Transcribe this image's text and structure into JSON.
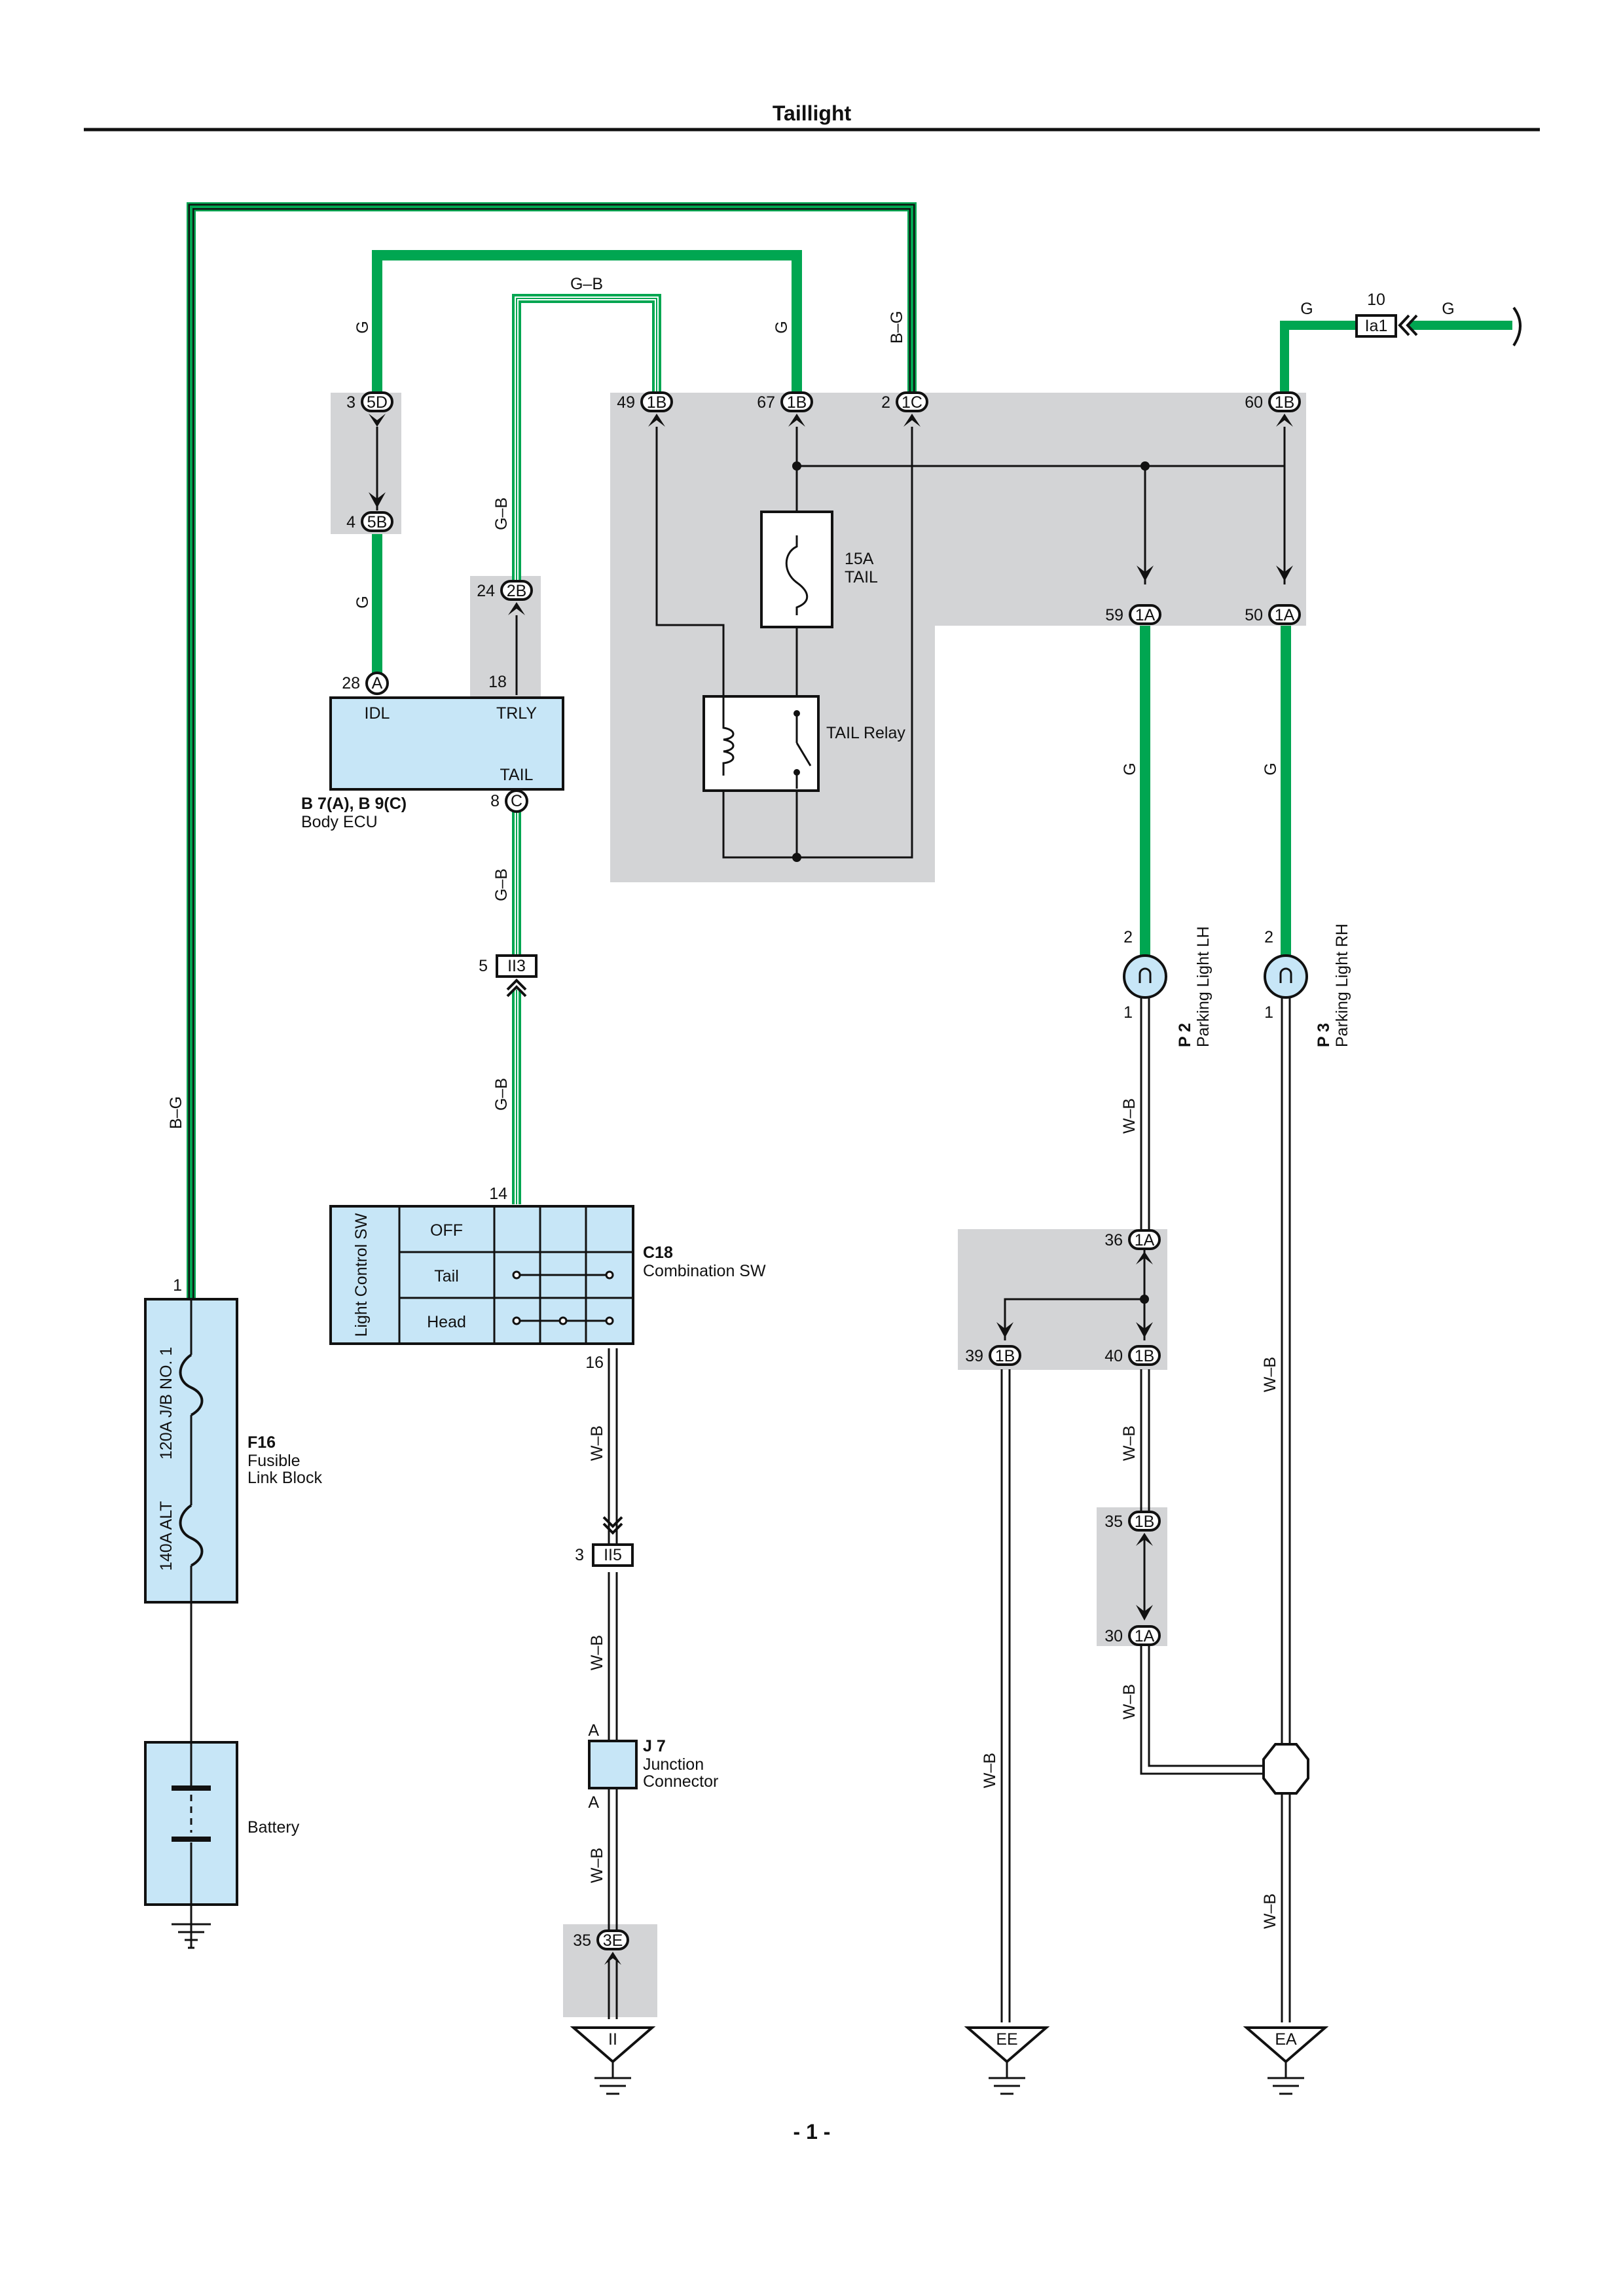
{
  "title": "Taillight",
  "page_number": "- 1 -",
  "colors": {
    "wire_green": "#00a651",
    "zone_gray": "#d3d4d6",
    "component_fill": "#c7e6f7",
    "line": "#1a1a1a"
  },
  "wires": {
    "g": "G",
    "gb": "G–B",
    "bg": "B–G",
    "wb": "W–B"
  },
  "components": {
    "body_ecu": {
      "id": "B 7(A), B 9(C)",
      "name": "Body ECU",
      "idl": "IDL",
      "trly": "TRLY",
      "tail": "TAIL"
    },
    "combination_sw": {
      "id": "C18",
      "name": "Combination SW",
      "section": "Light Control SW",
      "rows": [
        "OFF",
        "Tail",
        "Head"
      ]
    },
    "fusible_link": {
      "id": "F16",
      "name": "Fusible Link Block",
      "fuse1": "120A J/B NO. 1",
      "fuse2": "140A ALT"
    },
    "battery": {
      "name": "Battery"
    },
    "junction_connector": {
      "id": "J 7",
      "name": "Junction Connector",
      "pin_top": "A",
      "pin_bottom": "A"
    },
    "tail_fuse": {
      "rating": "15A",
      "name": "TAIL"
    },
    "tail_relay": {
      "name": "TAIL Relay"
    },
    "parking_lh": {
      "id": "P 2",
      "name": "Parking Light LH",
      "pin2": "2",
      "pin1": "1"
    },
    "parking_rh": {
      "id": "P 3",
      "name": "Parking Light RH",
      "pin2": "2",
      "pin1": "1"
    }
  },
  "connectors": {
    "c5d": {
      "pin": "3",
      "label": "5D"
    },
    "c5b": {
      "pin": "4",
      "label": "5B"
    },
    "c2b": {
      "pin": "24",
      "label": "2B"
    },
    "ecu_a": {
      "pin": "28",
      "label": "A"
    },
    "ecu_trly_pin": "18",
    "ecu_c": {
      "pin": "8",
      "label": "C"
    },
    "c49": {
      "pin": "49",
      "label": "1B"
    },
    "c67": {
      "pin": "67",
      "label": "1B"
    },
    "c2c": {
      "pin": "2",
      "label": "1C"
    },
    "c60": {
      "pin": "60",
      "label": "1B"
    },
    "c59": {
      "pin": "59",
      "label": "1A"
    },
    "c50": {
      "pin": "50",
      "label": "1A"
    },
    "ia1": {
      "pin": "10",
      "label": "Ia1"
    },
    "ii3": {
      "pin": "5",
      "label": "II3"
    },
    "c18_pin": "14",
    "c18_out": "16",
    "ii5": {
      "pin": "3",
      "label": "II5"
    },
    "c36": {
      "pin": "36",
      "label": "1A"
    },
    "c39": {
      "pin": "39",
      "label": "1B"
    },
    "c40": {
      "pin": "40",
      "label": "1B"
    },
    "c35b": {
      "pin": "35",
      "label": "1B"
    },
    "c30": {
      "pin": "30",
      "label": "1A"
    },
    "c3e": {
      "pin": "35",
      "label": "3E"
    },
    "f16_pin": "1"
  },
  "grounds": {
    "ii": "II",
    "ee": "EE",
    "ea": "EA"
  }
}
